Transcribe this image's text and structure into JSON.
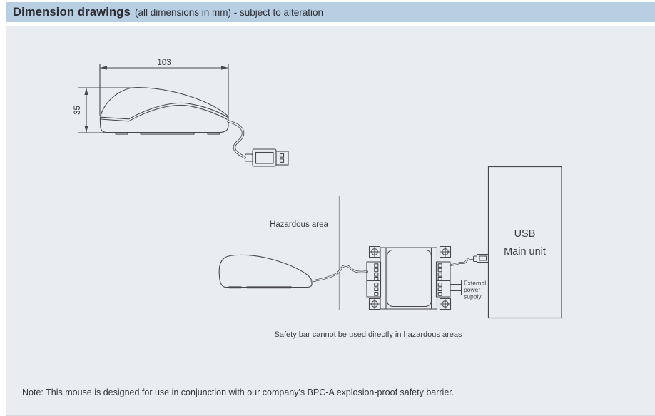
{
  "header": {
    "title": "Dimension drawings",
    "subtitle": "(all dimensions in mm) - subject to alteration"
  },
  "dimension_drawing": {
    "width_mm": "103",
    "height_mm": "35"
  },
  "schematic": {
    "hazardous_area_label": "Hazardous area",
    "main_unit_line1": "USB",
    "main_unit_line2": "Main unit",
    "external_power_supply_lines": [
      "External",
      "power",
      "supply"
    ],
    "caption": "Safety bar cannot be used directly in hazardous areas"
  },
  "note": "Note: This mouse is designed for use in conjunction with our company's BPC-A explosion-proof safety barrier.",
  "colors": {
    "header_bg": "#b7cee3",
    "canvas_bg": "#e9edf1",
    "line": "#47474c"
  }
}
